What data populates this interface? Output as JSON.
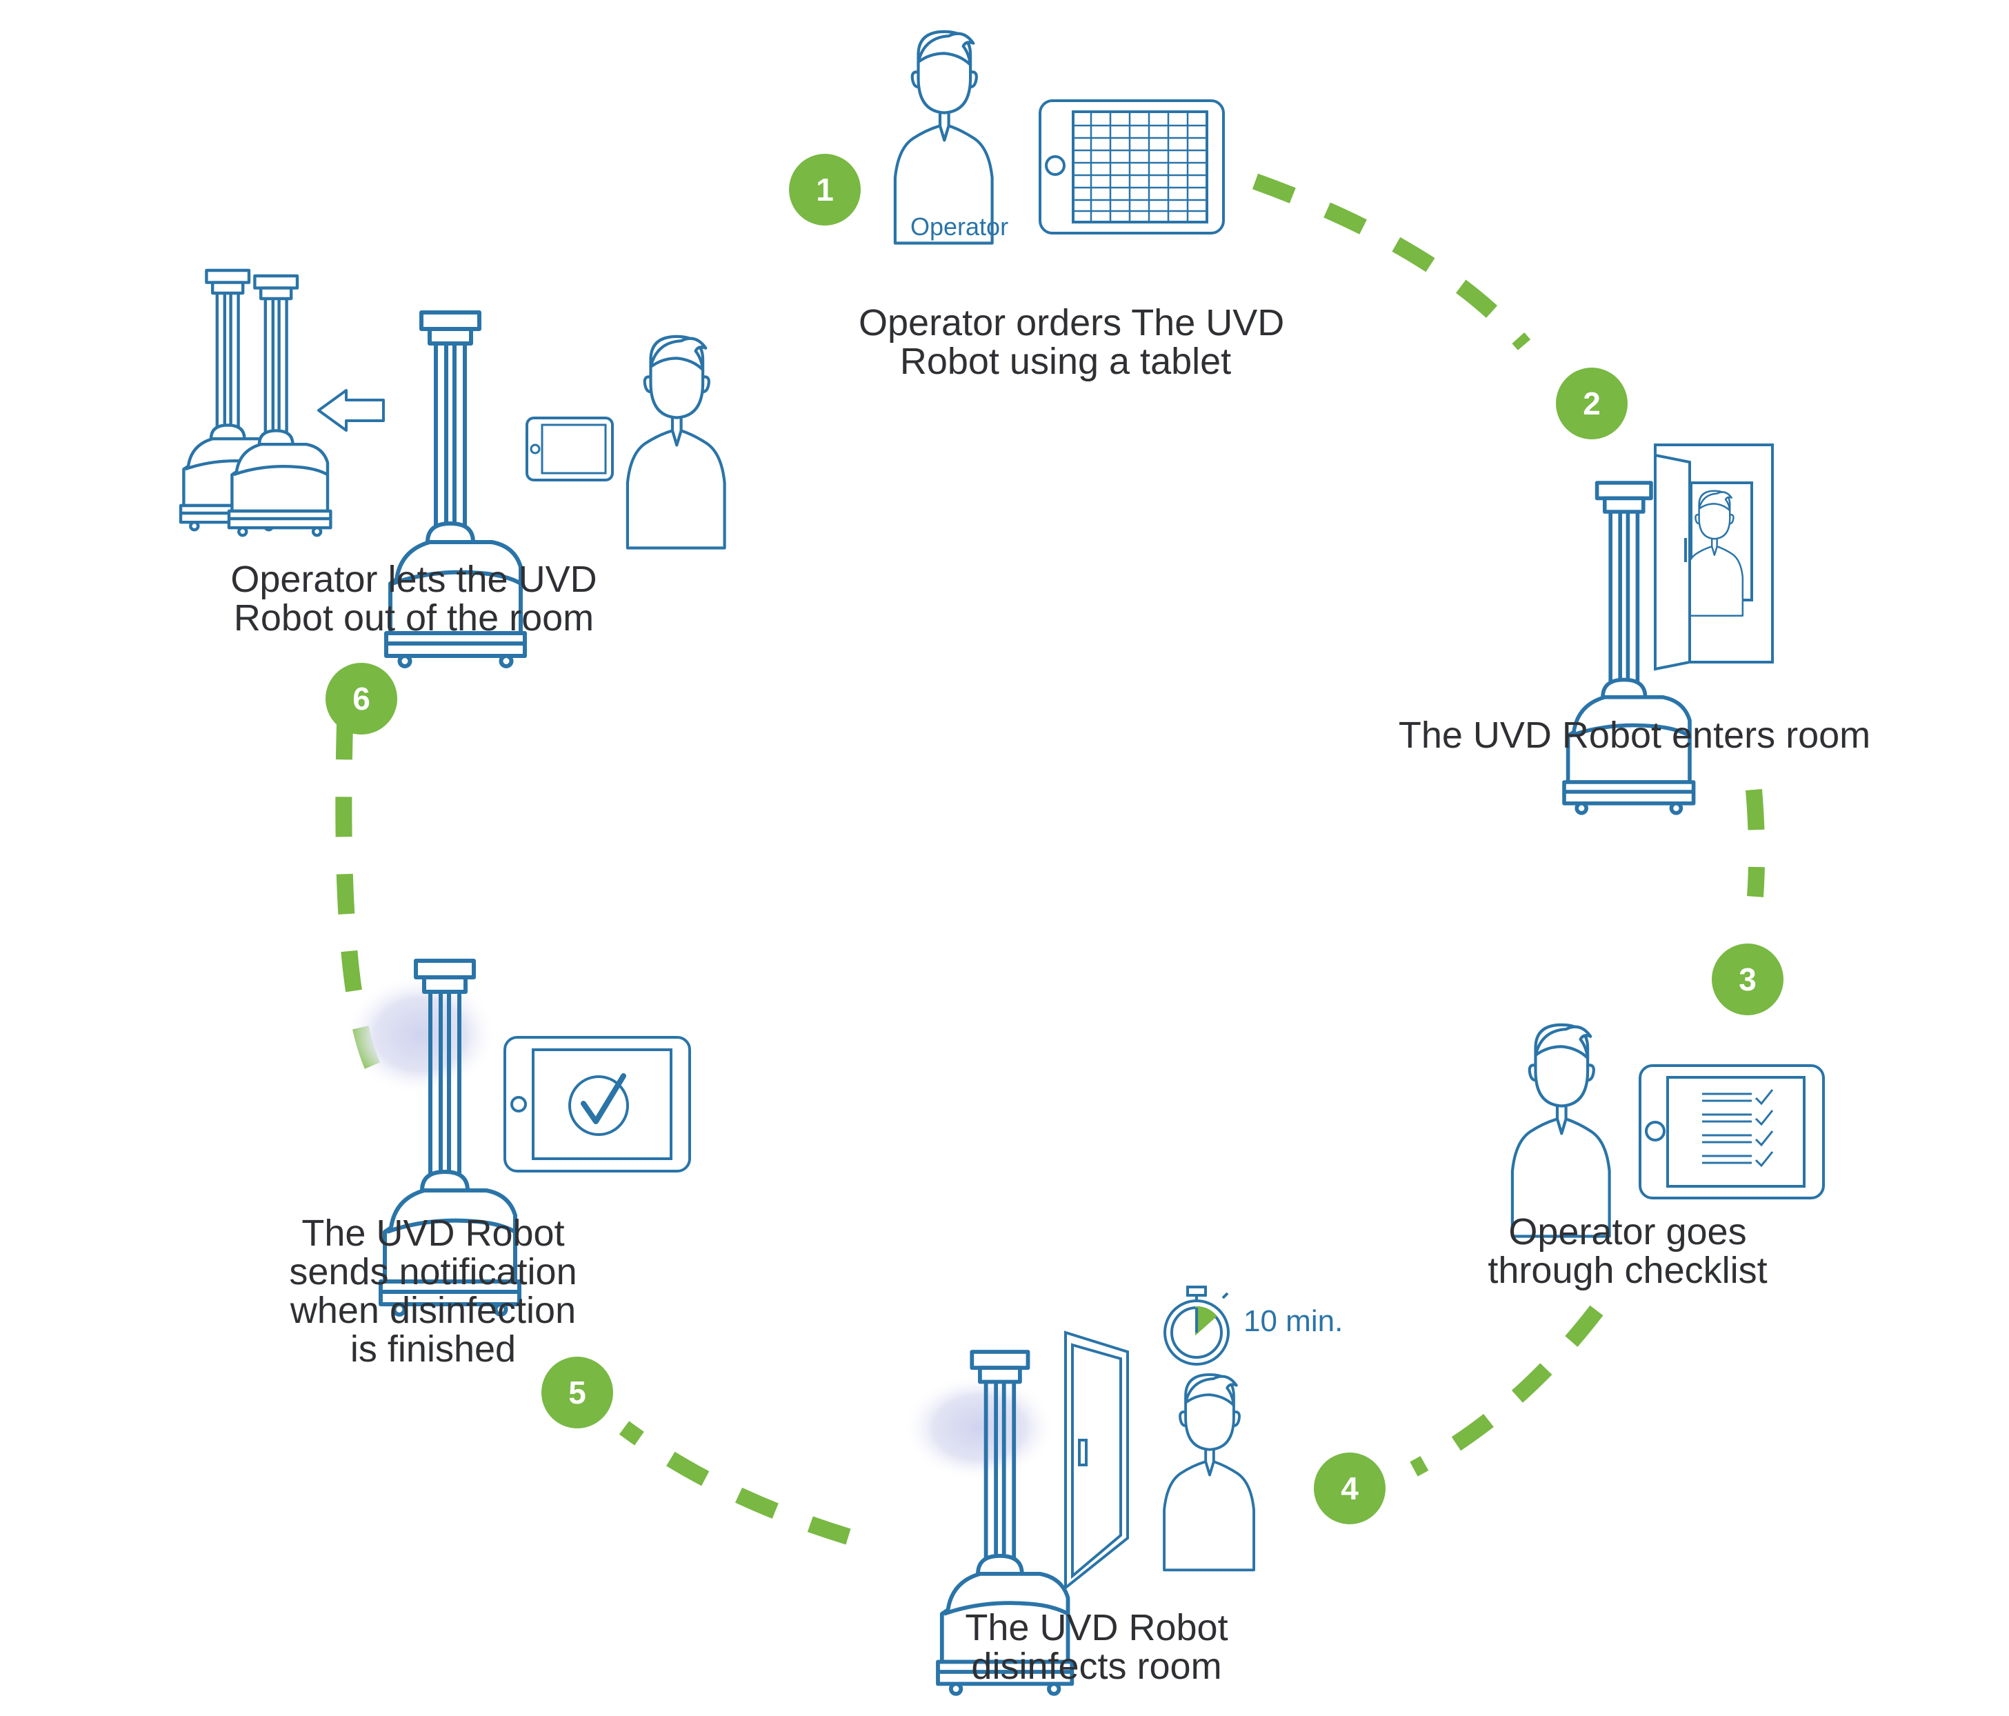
{
  "steps": [
    {
      "number": "1",
      "lines": [
        "Operator orders The UVD",
        "Robot using a tablet"
      ]
    },
    {
      "number": "2",
      "lines": [
        "The UVD Robot enters room"
      ]
    },
    {
      "number": "3",
      "lines": [
        "Operator goes",
        "through checklist"
      ]
    },
    {
      "number": "4",
      "lines": [
        "The UVD Robot",
        "disinfects room"
      ]
    },
    {
      "number": "5",
      "lines": [
        "The UVD Robot",
        "sends notification",
        "when disinfection",
        "is finished"
      ]
    },
    {
      "number": "6",
      "lines": [
        "Operator lets the UVD",
        "Robot out of the room"
      ]
    }
  ],
  "operator_shirt_label": "Operator",
  "timer_label": "10 min.",
  "colors": {
    "accent_green": "#78b843",
    "line_blue": "#2a74a8",
    "text": "#2f3033"
  },
  "icons": [
    "operator-icon",
    "tablet-grid-icon",
    "door-icon",
    "uvd-robot-icon",
    "tablet-checklist-icon",
    "stopwatch-icon",
    "tablet-check-icon",
    "arrow-left-icon"
  ]
}
